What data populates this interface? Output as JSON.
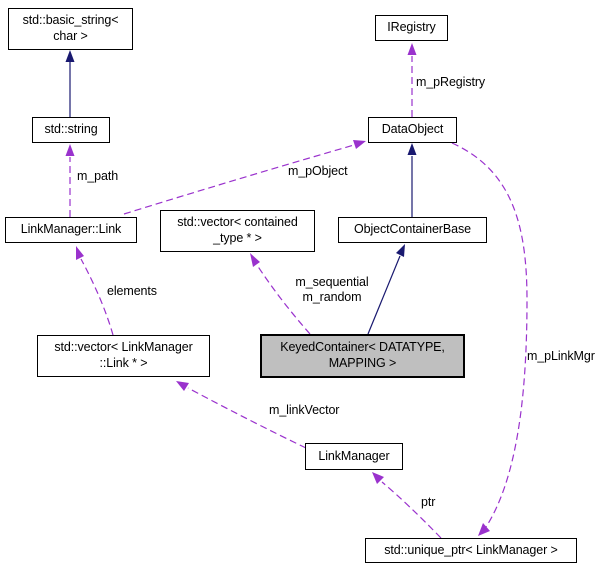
{
  "diagram_type": "class-collaboration-graph",
  "colors": {
    "background": "#ffffff",
    "node_fill": "#ffffff",
    "node_border": "#000000",
    "highlight_node_fill": "#bfbfbf",
    "inheritance_edge": "#191970",
    "usage_edge": "#9a32cd",
    "text": "#000000"
  },
  "nodes": [
    {
      "label": "std::basic_string<\nchar >"
    },
    {
      "label": "IRegistry"
    },
    {
      "label": "std::string"
    },
    {
      "label": "DataObject"
    },
    {
      "label": "LinkManager::Link"
    },
    {
      "label": "std::vector< contained\n_type * >"
    },
    {
      "label": "ObjectContainerBase"
    },
    {
      "label": "KeyedContainer< DATATYPE,\nMAPPING >",
      "highlighted": true
    },
    {
      "label": "std::vector< LinkManager\n::Link * >"
    },
    {
      "label": "LinkManager"
    },
    {
      "label": "std::unique_ptr< LinkManager >"
    }
  ],
  "edge_labels": {
    "m_pRegistry": "m_pRegistry",
    "m_path": "m_path",
    "m_pObject": "m_pObject",
    "elements": "elements",
    "m_sequential_m_random": "m_sequential\nm_random",
    "m_linkVector": "m_linkVector",
    "m_pLinkMgr": "m_pLinkMgr",
    "ptr": "ptr"
  }
}
